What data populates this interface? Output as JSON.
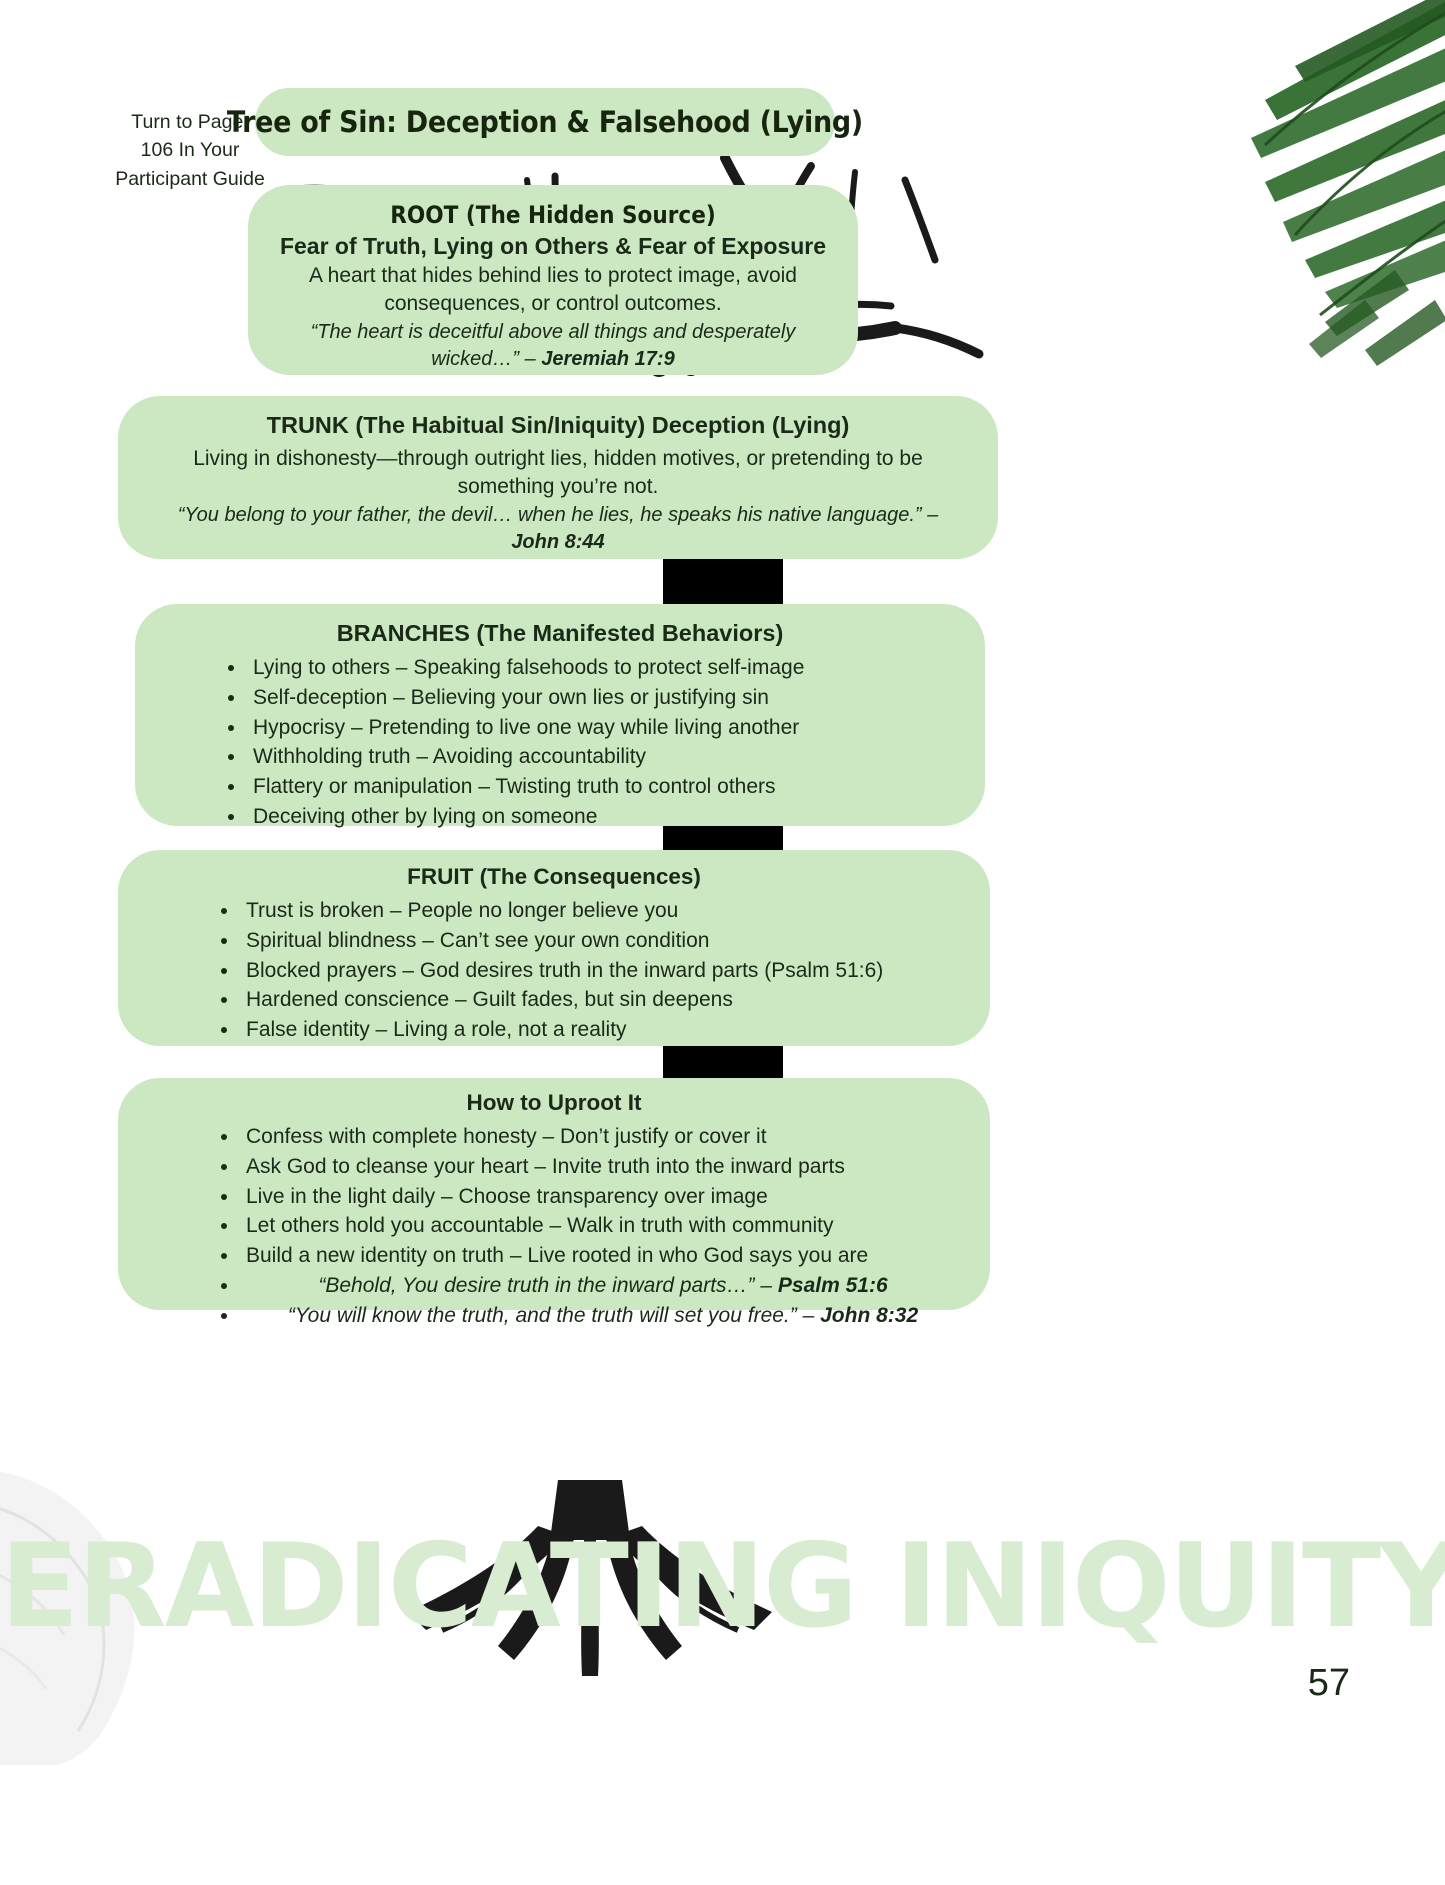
{
  "note": {
    "line1": "Turn to Page:",
    "line2": "106 In Your",
    "line3": "Participant Guide"
  },
  "title": "Tree of Sin: Deception & Falsehood (Lying)",
  "root": {
    "heading": "ROOT (The Hidden Source)",
    "subheading": "Fear of Truth, Lying on Others & Fear of Exposure",
    "body1": "A heart that hides behind lies to protect image, avoid",
    "body2": "consequences, or control outcomes.",
    "quote": "“The heart is deceitful above all things and desperately wicked…” – ",
    "quote_ref": "Jeremiah 17:9"
  },
  "trunk": {
    "heading": "TRUNK (The Habitual Sin/Iniquity) Deception (Lying)",
    "body1": "Living in dishonesty—through outright lies, hidden motives, or pretending to be",
    "body2": "something you’re not.",
    "quote": "“You belong to your father, the devil… when he lies, he speaks his native language.” – ",
    "quote_ref": "John 8:44"
  },
  "branches": {
    "heading": "BRANCHES (The Manifested Behaviors)",
    "items": [
      "Lying to others – Speaking falsehoods to protect self-image",
      "Self-deception – Believing your own lies or justifying sin",
      "Hypocrisy – Pretending to live one way while living another",
      "Withholding truth – Avoiding accountability",
      "Flattery or manipulation – Twisting truth to control others",
      "Deceiving other by lying on someone"
    ]
  },
  "fruit": {
    "heading": "FRUIT (The Consequences)",
    "items": [
      "Trust is broken – People no longer believe you",
      "Spiritual blindness – Can’t see your own condition",
      "Blocked prayers – God desires truth in the inward parts (Psalm 51:6)",
      "Hardened conscience – Guilt fades, but sin deepens",
      "False identity – Living a role, not a reality"
    ]
  },
  "uproot": {
    "heading": "How to Uproot It",
    "items": [
      "Confess with complete honesty – Don’t justify or cover it",
      "Ask God to cleanse your heart – Invite truth into the inward parts",
      "Live in the light daily – Choose transparency over image",
      "Let others hold you accountable – Walk in truth with community",
      "Build a new identity on truth – Live rooted in who God says you are"
    ],
    "verses": [
      {
        "text": "“Behold, You desire truth in the inward parts…” – ",
        "ref": "Psalm 51:6"
      },
      {
        "text": "“You will know the truth, and the truth will set you free.” – ",
        "ref": "John 8:32"
      }
    ]
  },
  "watermark": "ERADICATING INIQUITY",
  "page_number": "57",
  "colors": {
    "box_green": "#cbe8c2",
    "watermark_green": "#d8ecd2",
    "text_dark": "#1b2a18",
    "connector_black": "#000000"
  }
}
